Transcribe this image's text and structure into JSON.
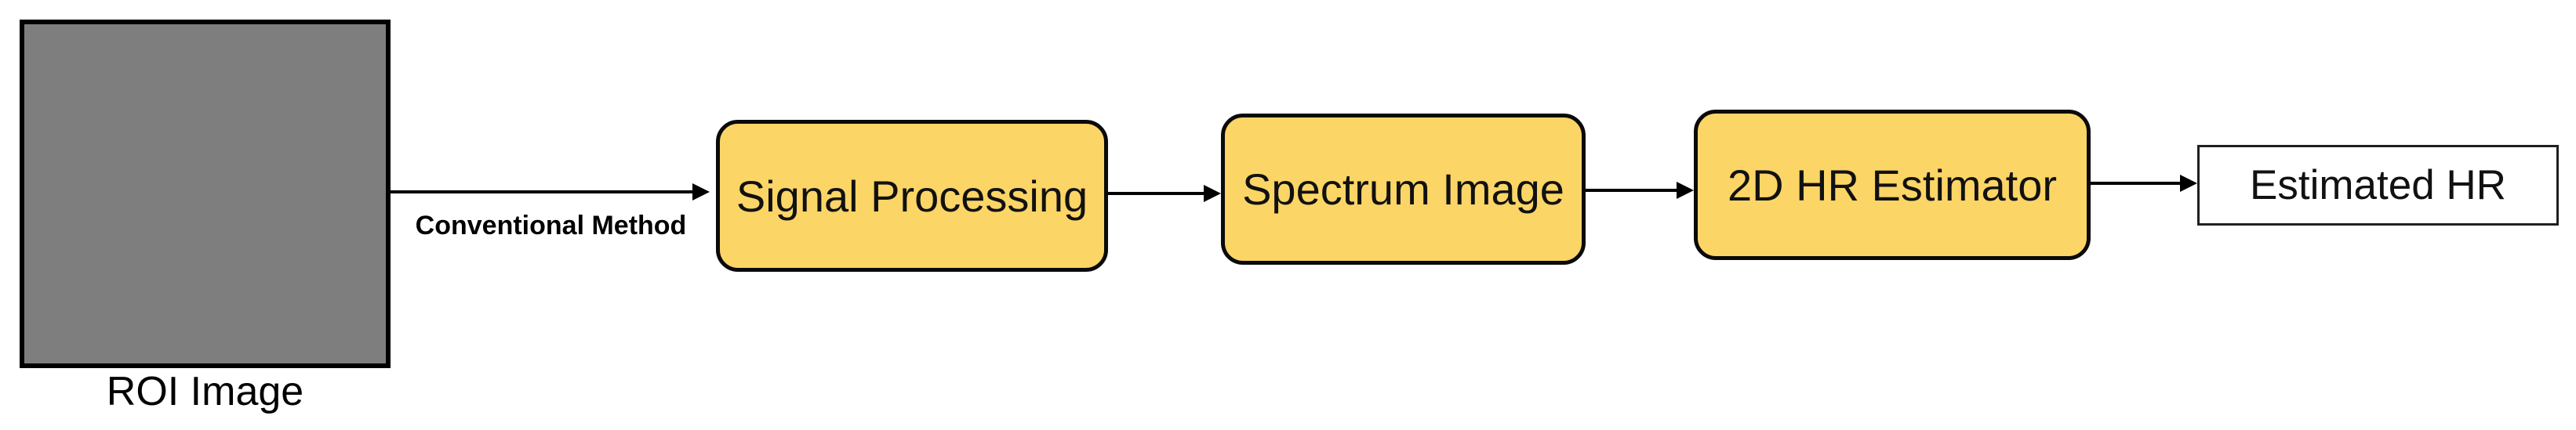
{
  "diagram": {
    "type": "flowchart",
    "description": "Conventional heart-rate estimation pipeline from ROI image to estimated HR",
    "nodes": [
      {
        "id": "roi",
        "label": "ROI Image",
        "shape": "square-image-placeholder",
        "fill": "#7E7E7E",
        "border": "#000000"
      },
      {
        "id": "signal",
        "label": "Signal Processing",
        "shape": "rounded-rect",
        "fill": "#FBD566",
        "border": "#0a0a0a"
      },
      {
        "id": "spectrum",
        "label": "Spectrum Image",
        "shape": "rounded-rect",
        "fill": "#FBD566",
        "border": "#0a0a0a"
      },
      {
        "id": "estimator",
        "label": "2D HR Estimator",
        "shape": "rounded-rect",
        "fill": "#FBD566",
        "border": "#0a0a0a"
      },
      {
        "id": "output",
        "label": "Estimated HR",
        "shape": "rect",
        "fill": "#FFFFFF",
        "border": "#1f1f1f"
      }
    ],
    "edges": [
      {
        "from": "roi",
        "to": "signal",
        "label": "Conventional Method"
      },
      {
        "from": "signal",
        "to": "spectrum",
        "label": ""
      },
      {
        "from": "spectrum",
        "to": "estimator",
        "label": ""
      },
      {
        "from": "estimator",
        "to": "output",
        "label": ""
      }
    ],
    "colors": {
      "process_fill": "#FBD566",
      "roi_fill": "#7E7E7E",
      "arrow": "#000000",
      "background": "#FFFFFF",
      "text": "#111111"
    }
  }
}
